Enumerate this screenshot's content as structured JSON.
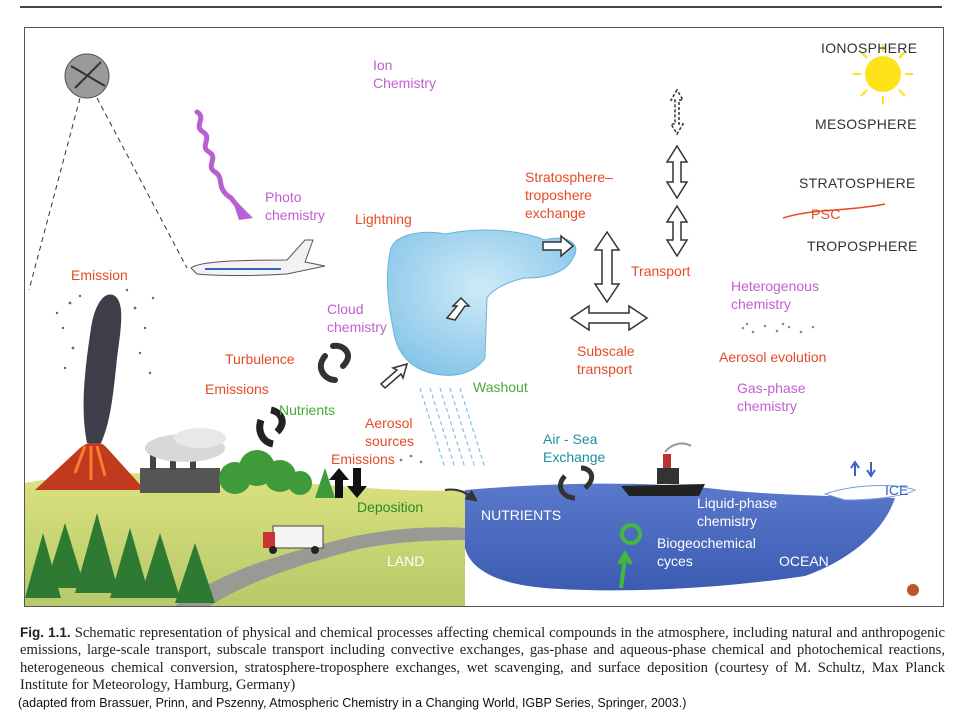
{
  "labels": {
    "ion_chemistry": "Ion\nChemistry",
    "photo_chemistry": "Photo\nchemistry",
    "lightning": "Lightning",
    "emission": "Emission",
    "cloud_chemistry": "Cloud\nchemistry",
    "turbulence": "Turbulence",
    "emissions_left": "Emissions",
    "nutrients_land": "Nutrients",
    "aerosol_sources": "Aerosol\nsources",
    "emissions_center": "Emissions",
    "deposition": "Deposition",
    "washout": "Washout",
    "strat_trop_exchange": "Stratosphere–\ntroposhere\nexchange",
    "transport": "Transport",
    "subscale_transport": "Subscale\ntransport",
    "heterogenous_chemistry": "Heterogenous\nchemistry",
    "aerosol_evolution": "Aerosol evolution",
    "gas_phase_chemistry": "Gas-phase\nchemistry",
    "air_sea_exchange": "Air - Sea\nExchange",
    "nutrients_ocean": "NUTRIENTS",
    "liquid_phase_chemistry": "Liquid-phase\nchemistry",
    "biogeochemical_cycles": "Biogeochemical\ncyces",
    "ocean": "OCEAN",
    "land": "LAND",
    "ice": "ICE"
  },
  "layers": {
    "ionosphere": "IONOSPHERE",
    "mesosphere": "MESOSPHERE",
    "stratosphere": "STRATOSPHERE",
    "psc": "PSC",
    "troposphere": "TROPOSPHERE"
  },
  "caption": {
    "fig_label": "Fig. 1.1.",
    "text": "Schematic representation of physical and chemical processes affecting chemical compounds in the atmosphere, including natural and anthropogenic emissions, large-scale transport, subscale transport including convective exchanges, gas-phase and aqueous-phase chemical and photochemical reactions, heterogeneous chemical conversion, stratosphere-troposphere exchanges, wet scavenging, and surface deposition (courtesy of M. Schultz, Max Planck Institute for Meteorology, Hamburg, Germany)"
  },
  "credit": "(adapted from Brassuer, Prinn,  and Pszenny, Atmospheric  Chemistry in a Changing World,  IGBP Series, Springer, 2003.)",
  "colors": {
    "pink": "#c15fd0",
    "red": "#e64a25",
    "green": "#4aa83a",
    "teal": "#1b8fa0",
    "ocean": "#4f6fc4",
    "cloud": "#9fd3ef",
    "land": "#c9d86e",
    "sun": "#ffe21a"
  }
}
